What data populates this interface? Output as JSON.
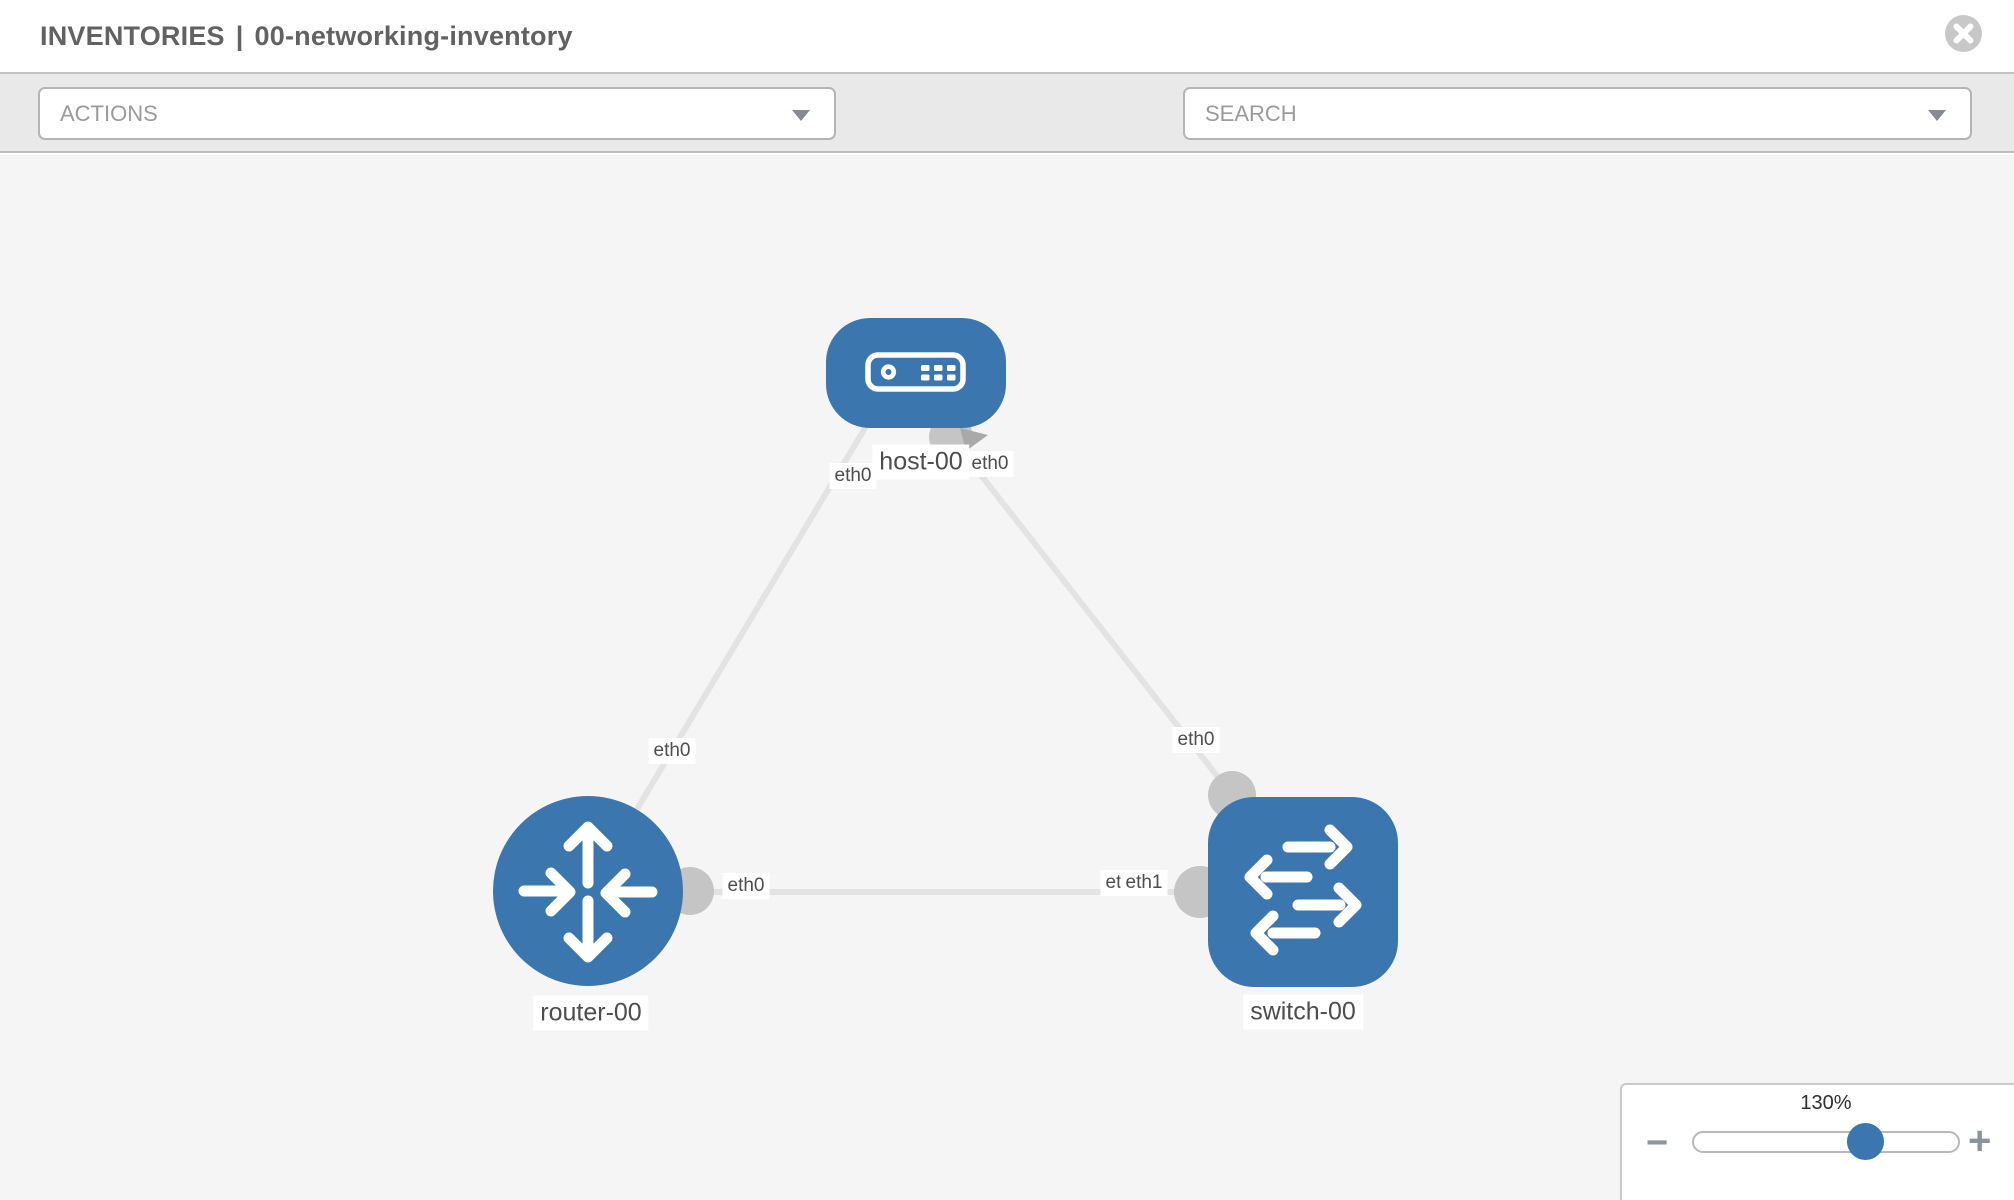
{
  "header": {
    "section": "INVENTORIES",
    "separator": "|",
    "inventory_name": "00-networking-inventory"
  },
  "toolbar": {
    "actions_placeholder": "ACTIONS",
    "search_placeholder": "SEARCH"
  },
  "topology": {
    "nodes": [
      {
        "name": "host-00",
        "type": "host"
      },
      {
        "name": "router-00",
        "type": "router"
      },
      {
        "name": "switch-00",
        "type": "switch"
      }
    ],
    "links": [
      {
        "from": "router-00",
        "to": "host-00"
      },
      {
        "from": "host-00",
        "to": "switch-00"
      },
      {
        "from": "router-00",
        "to": "switch-00"
      }
    ],
    "interfaces": {
      "host_left": "eth0",
      "host_right": "eth0",
      "router_host_link": "eth0",
      "router_right": "eth0",
      "switch_top": "eth0",
      "switch_left_back": "eth0",
      "switch_left_front": "eth1"
    }
  },
  "zoom_panel": {
    "level": "130%",
    "minus_label": "−",
    "plus_label": "+"
  },
  "colors": {
    "node_blue": "#3b76ae",
    "link_gray": "#e3e3e3",
    "port_gray": "#c5c5c5",
    "icon_gray": "#7f878f",
    "toolbar_bg": "#e9e9e9",
    "canvas_bg": "#f5f5f6"
  }
}
